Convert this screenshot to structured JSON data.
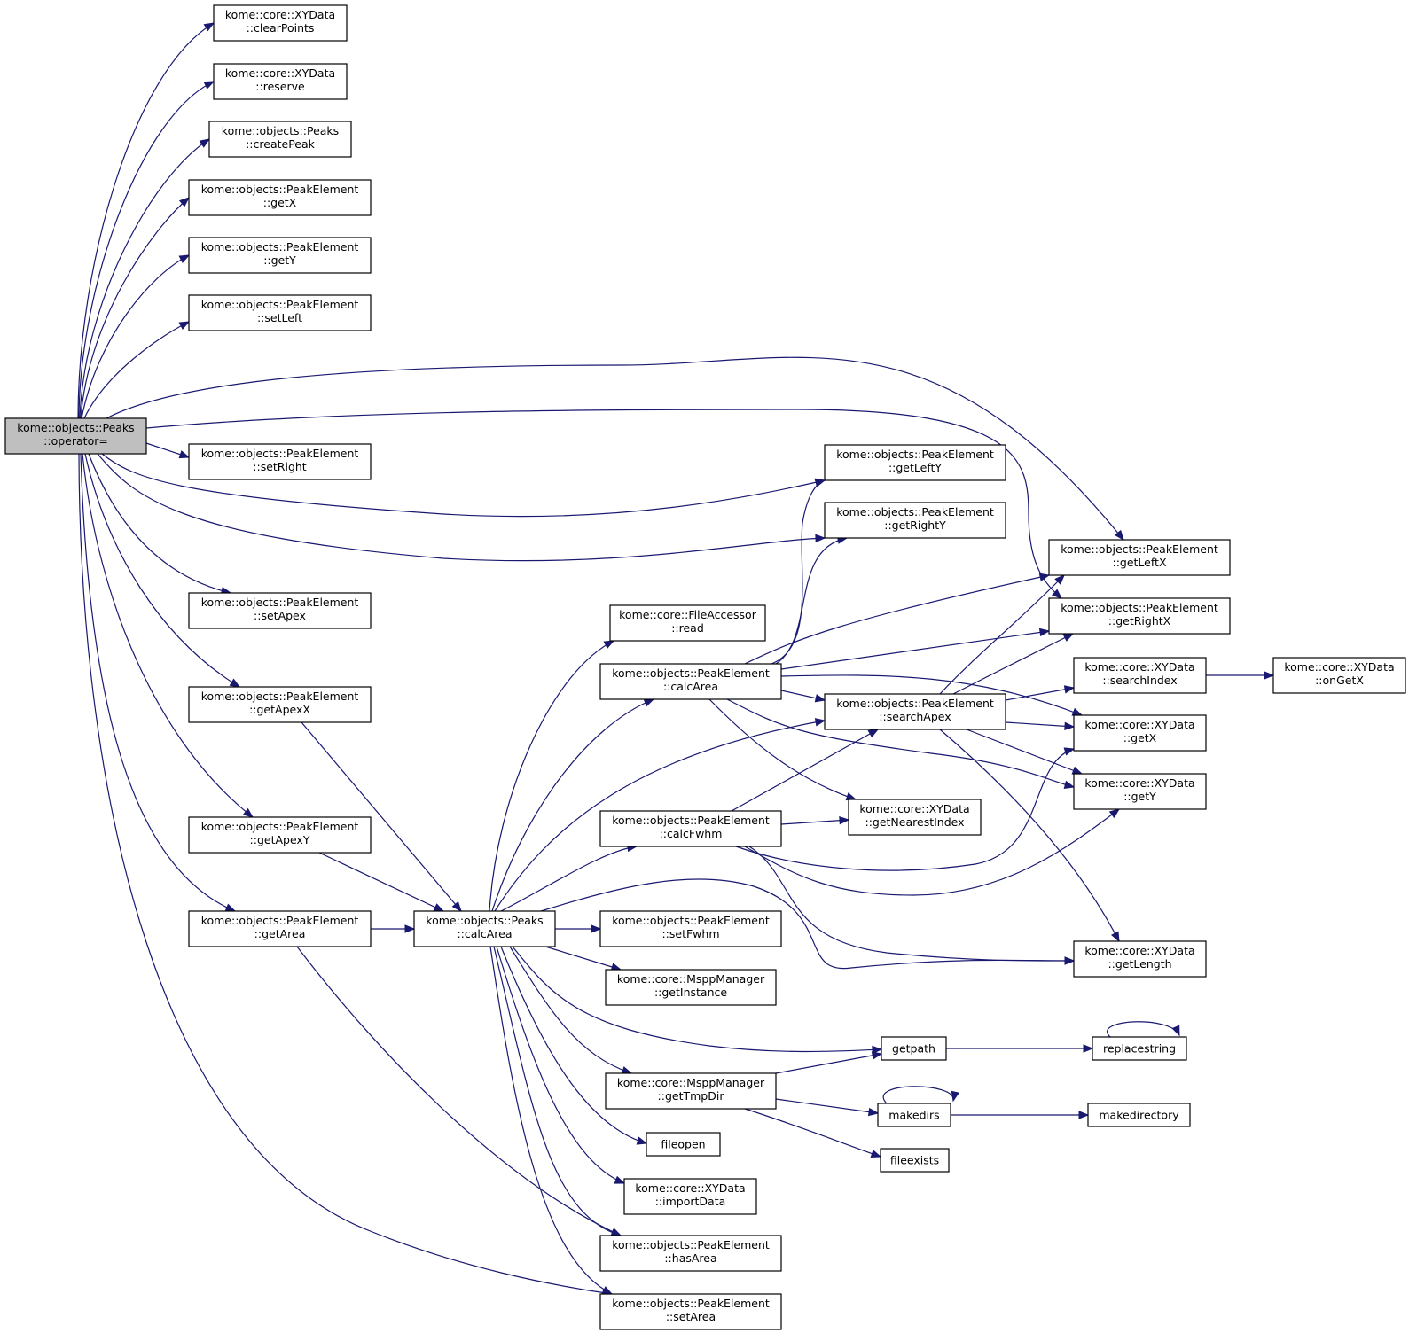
{
  "graph": {
    "type": "call-graph",
    "root": "op",
    "nodes": [
      {
        "id": "op",
        "lines": [
          "kome::objects::Peaks",
          "::operator="
        ],
        "root": true
      },
      {
        "id": "clearPoints",
        "lines": [
          "kome::core::XYData",
          "::clearPoints"
        ]
      },
      {
        "id": "reserve",
        "lines": [
          "kome::core::XYData",
          "::reserve"
        ]
      },
      {
        "id": "createPeak",
        "lines": [
          "kome::objects::Peaks",
          "::createPeak"
        ]
      },
      {
        "id": "peGetX",
        "lines": [
          "kome::objects::PeakElement",
          "::getX"
        ]
      },
      {
        "id": "peGetY",
        "lines": [
          "kome::objects::PeakElement",
          "::getY"
        ]
      },
      {
        "id": "setLeft",
        "lines": [
          "kome::objects::PeakElement",
          "::setLeft"
        ]
      },
      {
        "id": "setRight",
        "lines": [
          "kome::objects::PeakElement",
          "::setRight"
        ]
      },
      {
        "id": "setApex",
        "lines": [
          "kome::objects::PeakElement",
          "::setApex"
        ]
      },
      {
        "id": "getApexX",
        "lines": [
          "kome::objects::PeakElement",
          "::getApexX"
        ]
      },
      {
        "id": "getApexY",
        "lines": [
          "kome::objects::PeakElement",
          "::getApexY"
        ]
      },
      {
        "id": "getArea",
        "lines": [
          "kome::objects::PeakElement",
          "::getArea"
        ]
      },
      {
        "id": "peaksCalcArea",
        "lines": [
          "kome::objects::Peaks",
          "::calcArea"
        ]
      },
      {
        "id": "faRead",
        "lines": [
          "kome::core::FileAccessor",
          "::read"
        ]
      },
      {
        "id": "peCalcArea",
        "lines": [
          "kome::objects::PeakElement",
          "::calcArea"
        ]
      },
      {
        "id": "calcFwhm",
        "lines": [
          "kome::objects::PeakElement",
          "::calcFwhm"
        ]
      },
      {
        "id": "setFwhm",
        "lines": [
          "kome::objects::PeakElement",
          "::setFwhm"
        ]
      },
      {
        "id": "getInstance",
        "lines": [
          "kome::core::MsppManager",
          "::getInstance"
        ]
      },
      {
        "id": "getTmpDir",
        "lines": [
          "kome::core::MsppManager",
          "::getTmpDir"
        ]
      },
      {
        "id": "fileopen",
        "lines": [
          "fileopen"
        ]
      },
      {
        "id": "importData",
        "lines": [
          "kome::core::XYData",
          "::importData"
        ]
      },
      {
        "id": "hasArea",
        "lines": [
          "kome::objects::PeakElement",
          "::hasArea"
        ]
      },
      {
        "id": "setArea",
        "lines": [
          "kome::objects::PeakElement",
          "::setArea"
        ]
      },
      {
        "id": "getLeftY",
        "lines": [
          "kome::objects::PeakElement",
          "::getLeftY"
        ]
      },
      {
        "id": "getRightY",
        "lines": [
          "kome::objects::PeakElement",
          "::getRightY"
        ]
      },
      {
        "id": "searchApex",
        "lines": [
          "kome::objects::PeakElement",
          "::searchApex"
        ]
      },
      {
        "id": "getNearestIndex",
        "lines": [
          "kome::core::XYData",
          "::getNearestIndex"
        ]
      },
      {
        "id": "getLeftX",
        "lines": [
          "kome::objects::PeakElement",
          "::getLeftX"
        ]
      },
      {
        "id": "getRightX",
        "lines": [
          "kome::objects::PeakElement",
          "::getRightX"
        ]
      },
      {
        "id": "searchIndex",
        "lines": [
          "kome::core::XYData",
          "::searchIndex"
        ]
      },
      {
        "id": "onGetX",
        "lines": [
          "kome::core::XYData",
          "::onGetX"
        ]
      },
      {
        "id": "xyGetX",
        "lines": [
          "kome::core::XYData",
          "::getX"
        ]
      },
      {
        "id": "xyGetY",
        "lines": [
          "kome::core::XYData",
          "::getY"
        ]
      },
      {
        "id": "getLength",
        "lines": [
          "kome::core::XYData",
          "::getLength"
        ]
      },
      {
        "id": "getpath",
        "lines": [
          "getpath"
        ]
      },
      {
        "id": "replacestring",
        "lines": [
          "replacestring"
        ]
      },
      {
        "id": "makedirs",
        "lines": [
          "makedirs"
        ]
      },
      {
        "id": "makedirectory",
        "lines": [
          "makedirectory"
        ]
      },
      {
        "id": "fileexists",
        "lines": [
          "fileexists"
        ]
      }
    ],
    "edges": [
      [
        "op",
        "clearPoints"
      ],
      [
        "op",
        "reserve"
      ],
      [
        "op",
        "createPeak"
      ],
      [
        "op",
        "peGetX"
      ],
      [
        "op",
        "peGetY"
      ],
      [
        "op",
        "setLeft"
      ],
      [
        "op",
        "setRight"
      ],
      [
        "op",
        "getLeftX"
      ],
      [
        "op",
        "getRightX"
      ],
      [
        "op",
        "getLeftY"
      ],
      [
        "op",
        "getRightY"
      ],
      [
        "op",
        "setApex"
      ],
      [
        "op",
        "getApexX"
      ],
      [
        "op",
        "getApexY"
      ],
      [
        "op",
        "getArea"
      ],
      [
        "op",
        "setArea"
      ],
      [
        "getApexX",
        "peaksCalcArea"
      ],
      [
        "getApexY",
        "peaksCalcArea"
      ],
      [
        "getArea",
        "peaksCalcArea"
      ],
      [
        "getArea",
        "hasArea"
      ],
      [
        "peaksCalcArea",
        "faRead"
      ],
      [
        "peaksCalcArea",
        "peCalcArea"
      ],
      [
        "peaksCalcArea",
        "searchApex"
      ],
      [
        "peaksCalcArea",
        "calcFwhm"
      ],
      [
        "peaksCalcArea",
        "getLength"
      ],
      [
        "peaksCalcArea",
        "setFwhm"
      ],
      [
        "peaksCalcArea",
        "getInstance"
      ],
      [
        "peaksCalcArea",
        "getpath"
      ],
      [
        "peaksCalcArea",
        "getTmpDir"
      ],
      [
        "peaksCalcArea",
        "fileopen"
      ],
      [
        "peaksCalcArea",
        "importData"
      ],
      [
        "peaksCalcArea",
        "hasArea"
      ],
      [
        "peaksCalcArea",
        "setArea"
      ],
      [
        "peCalcArea",
        "getLeftY"
      ],
      [
        "peCalcArea",
        "getRightY"
      ],
      [
        "peCalcArea",
        "getLeftX"
      ],
      [
        "peCalcArea",
        "getRightX"
      ],
      [
        "peCalcArea",
        "searchApex"
      ],
      [
        "peCalcArea",
        "xyGetX"
      ],
      [
        "peCalcArea",
        "xyGetY"
      ],
      [
        "peCalcArea",
        "getNearestIndex"
      ],
      [
        "calcFwhm",
        "searchApex"
      ],
      [
        "calcFwhm",
        "getNearestIndex"
      ],
      [
        "calcFwhm",
        "xyGetX"
      ],
      [
        "calcFwhm",
        "xyGetY"
      ],
      [
        "calcFwhm",
        "getLength"
      ],
      [
        "searchApex",
        "getLeftX"
      ],
      [
        "searchApex",
        "getRightX"
      ],
      [
        "searchApex",
        "searchIndex"
      ],
      [
        "searchApex",
        "xyGetX"
      ],
      [
        "searchApex",
        "xyGetY"
      ],
      [
        "searchApex",
        "getLength"
      ],
      [
        "searchIndex",
        "onGetX"
      ],
      [
        "getTmpDir",
        "getpath"
      ],
      [
        "getTmpDir",
        "makedirs"
      ],
      [
        "getTmpDir",
        "fileexists"
      ],
      [
        "getpath",
        "replacestring"
      ],
      [
        "replacestring",
        "replacestring"
      ],
      [
        "makedirs",
        "makedirs"
      ],
      [
        "makedirs",
        "makedirectory"
      ]
    ]
  }
}
